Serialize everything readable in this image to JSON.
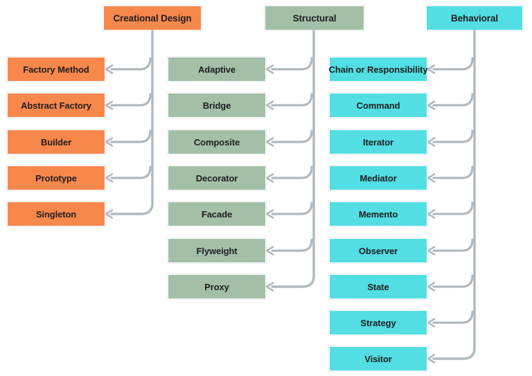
{
  "colors": {
    "creational": "#F7884C",
    "structural": "#A3BFA8",
    "behavioral": "#52DEE3",
    "connector": "#AFB9BF",
    "text": "#1D1D1F"
  },
  "categories": [
    {
      "label": "Creational Design",
      "color_key": "creational",
      "items": [
        "Factory Method",
        "Abstract Factory",
        "Builder",
        "Prototype",
        "Singleton"
      ]
    },
    {
      "label": "Structural",
      "color_key": "structural",
      "items": [
        "Adaptive",
        "Bridge",
        "Composite",
        "Decorator",
        "Facade",
        "Flyweight",
        "Proxy"
      ]
    },
    {
      "label": "Behavioral",
      "color_key": "behavioral",
      "items": [
        "Chain or Responsibility",
        "Command",
        "Iterator",
        "Mediator",
        "Memento",
        "Observer",
        "State",
        "Strategy",
        "Visitor"
      ]
    }
  ]
}
